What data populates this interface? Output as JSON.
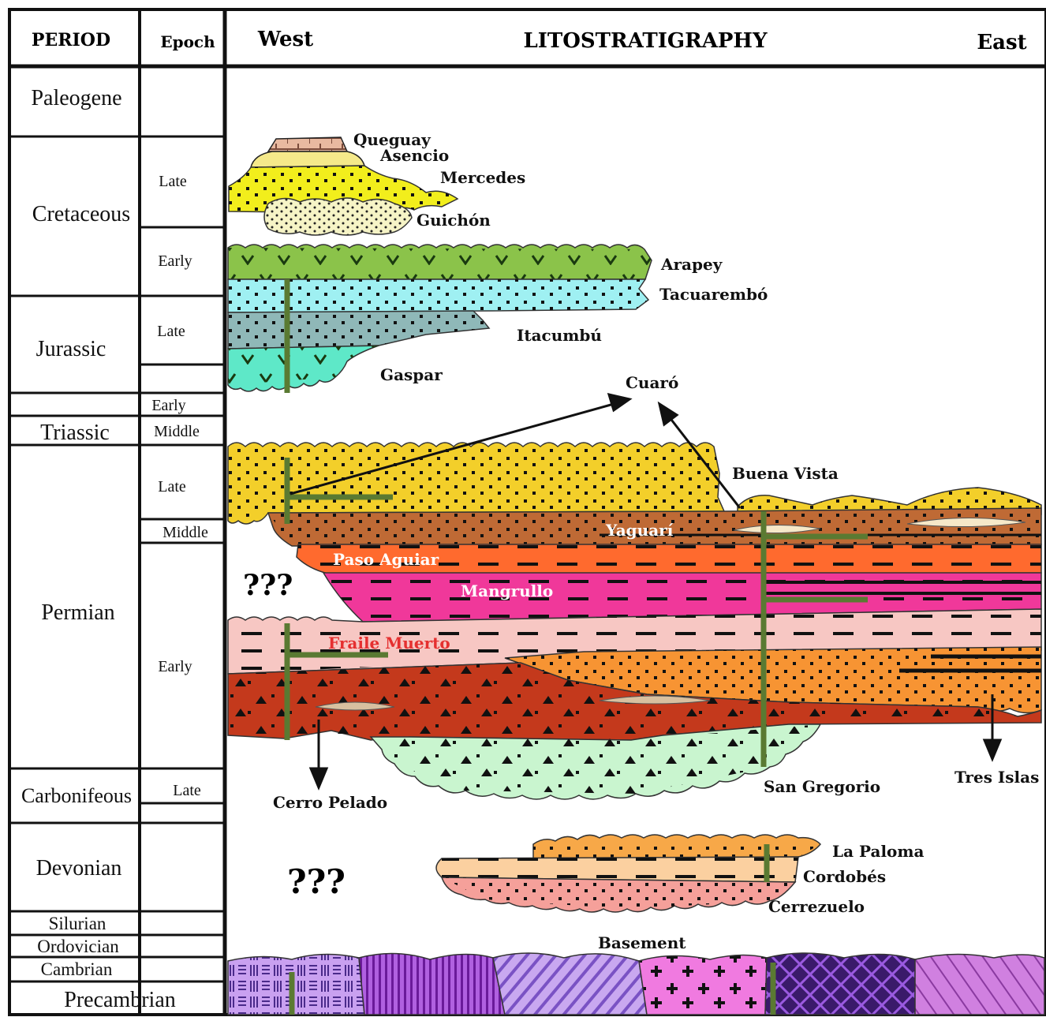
{
  "header": {
    "period": "PERIOD",
    "epoch": "Epoch",
    "west": "West",
    "title": "LITOSTRATIGRAPHY",
    "east": "East"
  },
  "periods": {
    "paleogene": "Paleogene",
    "cretaceous": "Cretaceous",
    "jurassic": "Jurassic",
    "triassic": "Triassic",
    "permian": "Permian",
    "carboniferous": "Carbonifeous",
    "devonian": "Devonian",
    "silurian": "Silurian",
    "ordovician": "Ordovician",
    "cambrian": "Cambrian",
    "precambrian": "Precambrian"
  },
  "epochs": {
    "cret_late": "Late",
    "cret_early": "Early",
    "jur_late": "Late",
    "tri_early": "Early",
    "tri_middle": "Middle",
    "perm_late": "Late",
    "perm_middle": "Middle",
    "perm_early": "Early",
    "carb_late": "Late"
  },
  "formations": {
    "queguay": "Queguay",
    "asencio": "Asencio",
    "mercedes": "Mercedes",
    "guichon": "Guichón",
    "arapey": "Arapey",
    "tacuarembo": "Tacuarembó",
    "itacumbu": "Itacumbú",
    "gaspar": "Gaspar",
    "cuaro": "Cuaró",
    "buena_vista": "Buena Vista",
    "yaguari": "Yaguarí",
    "paso_aguiar": "Paso Aguiar",
    "mangrullo": "Mangrullo",
    "fraile_muerto": "Fraile Muerto",
    "cerro_pelado": "Cerro Pelado",
    "san_gregorio": "San Gregorio",
    "tres_islas": "Tres Islas",
    "la_paloma": "La Paloma",
    "cordobes": "Cordobés",
    "cerrezuelo": "Cerrezuelo",
    "basement": "Basement"
  },
  "unknown_marks": {
    "permian_gap": "???",
    "devonian_gap": "???"
  },
  "colors": {
    "mercedes": "#f2ee1c",
    "guichon": "#f6f4c6",
    "asencio": "#f5e98a",
    "queguay": "#e9b9a0",
    "arapey": "#8bc34a",
    "tacuarembo": "#9ff0f2",
    "itacumbu": "#8fb8b8",
    "gaspar": "#5ee8c8",
    "buena_vista": "#f3cf2a",
    "yaguari": "#bf6a35",
    "paso_aguiar": "#ff6a2e",
    "mangrullo": "#f0389a",
    "fraile_muerto": "#f7c7c3",
    "orange_sand": "#f79433",
    "red_diamictite": "#c4391c",
    "san_gregorio": "#c9f5cf",
    "la_paloma": "#f7a848",
    "cordobes": "#fbd0a0",
    "cerrezuelo": "#f5a09a",
    "dyke": "#5a7a32",
    "fraile_label": "#e53030"
  }
}
